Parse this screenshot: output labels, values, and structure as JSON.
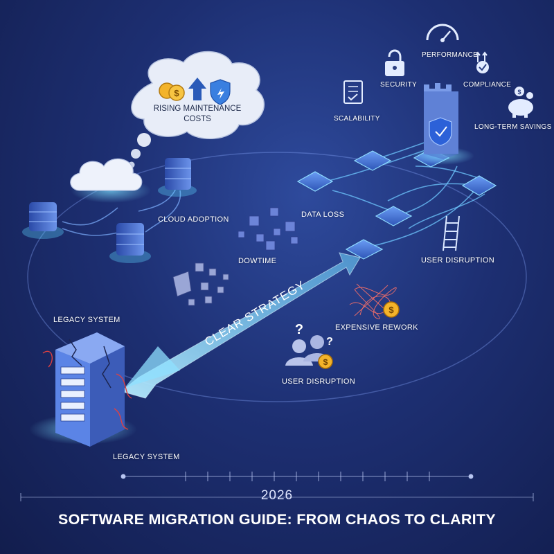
{
  "thought_bubble": {
    "text": "Rising Maintenance Costs"
  },
  "labels": {
    "cloud_adoption": "Cloud Adoption",
    "data_loss": "Data Loss",
    "downtime": "Dowtime",
    "user_disruption_right": "User Disruption",
    "legacy_system_top": "Legacy System",
    "expensive_rework": "Expensive Rework",
    "user_disruption_bottom": "User Disruption",
    "legacy_system_bottom": "Legacy System"
  },
  "benefits": {
    "security": "Security",
    "performance": "Performance",
    "compliance": "Compliance",
    "scalability": "Scalability",
    "long_term_savings": "Long-Term Savings"
  },
  "arrow_text": "Clear Strategy",
  "year": "2026",
  "title": "Software Migration Guide: From Chaos to Clarity",
  "colors": {
    "background": "#1d2f72",
    "accent": "#5fd4ff",
    "server_blue": "#4a78d8",
    "danger_red": "#e04040",
    "coin_gold": "#f3b32a"
  }
}
